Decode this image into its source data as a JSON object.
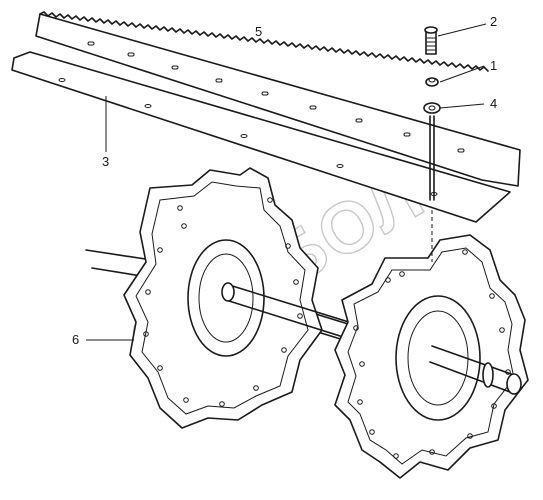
{
  "callouts": {
    "c1": "1",
    "c2": "2",
    "c3": "3",
    "c4": "4",
    "c5": "5",
    "c6": "6"
  },
  "watermark": "ЭБИБОЛ",
  "colors": {
    "ink": "#1a1a1a",
    "watermark": "#c8c8c8",
    "paper": "#ffffff"
  }
}
